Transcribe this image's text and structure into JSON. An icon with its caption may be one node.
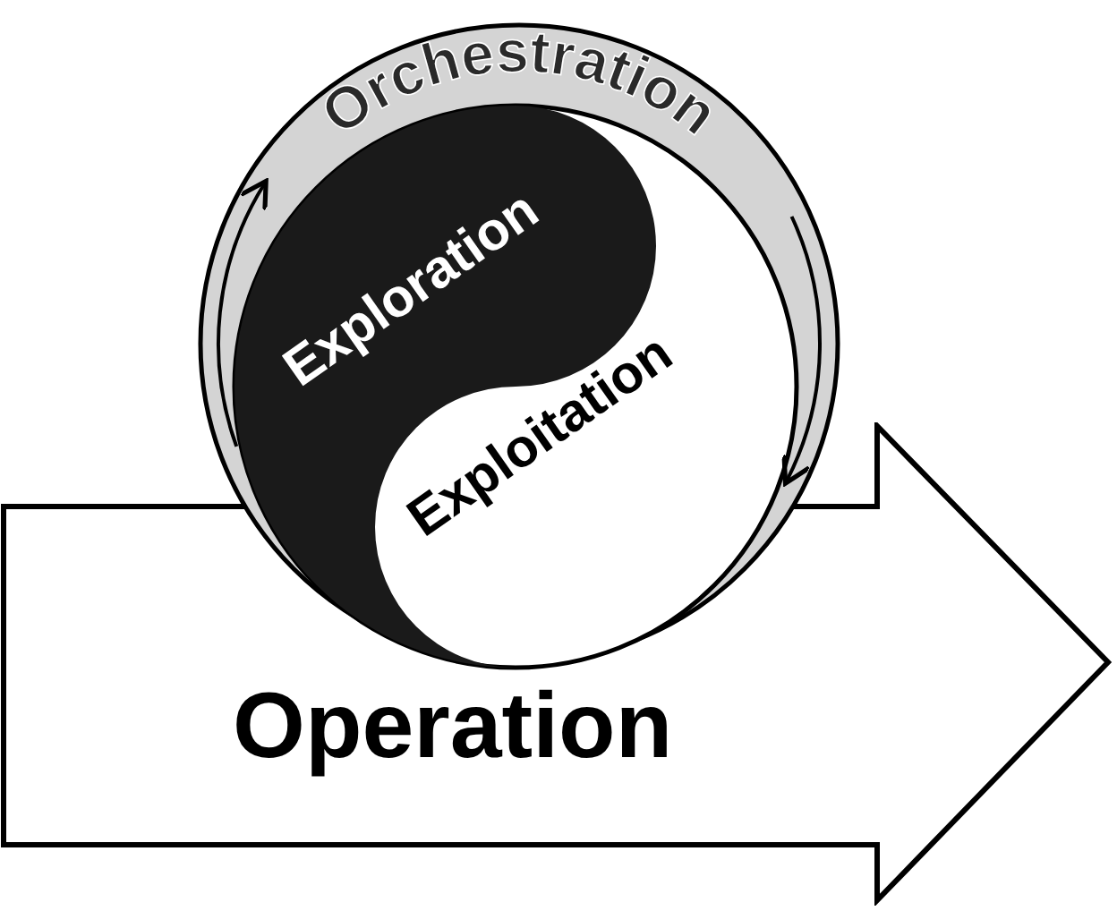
{
  "diagram": {
    "nodes": [
      {
        "text": [
          "Operation"
        ]
      },
      {
        "text": [
          "Orchestration"
        ]
      },
      {
        "text": [
          "Exploration"
        ],
        "in": 1
      },
      {
        "text": [
          "Exploitation"
        ],
        "in": 1
      }
    ],
    "edges": []
  }
}
